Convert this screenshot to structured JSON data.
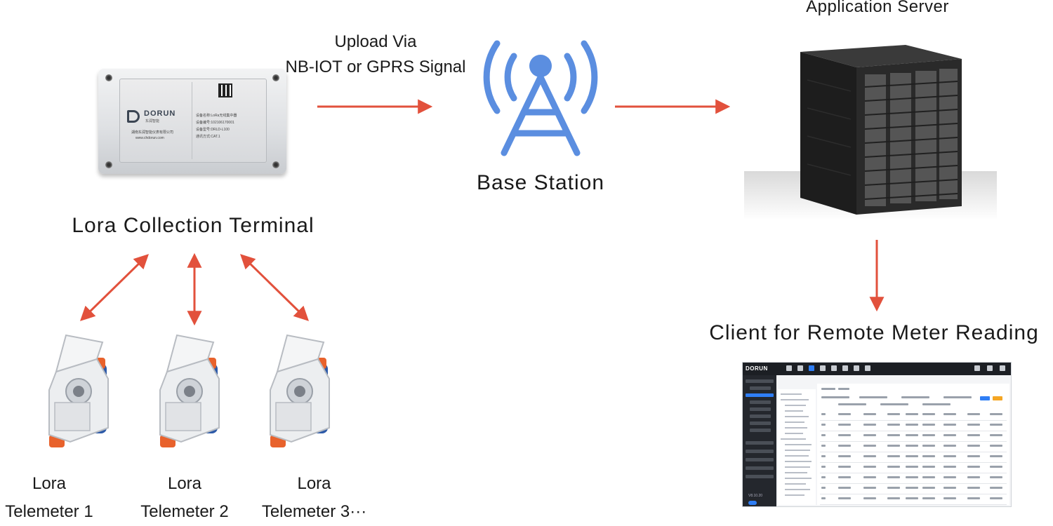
{
  "labels": {
    "app_server": "Application Server",
    "upload_line1": "Upload Via",
    "upload_line2": "NB-IOT or GPRS Signal",
    "base_station": "Base Station",
    "lora_terminal": "Lora Collection Terminal",
    "client": "Client for Remote Meter Reading",
    "meters": [
      {
        "line1": "Lora",
        "line2": "Telemeter 1"
      },
      {
        "line1": "Lora",
        "line2": "Telemeter 2"
      },
      {
        "line1": "Lora",
        "line2": "Telemeter 3···"
      }
    ]
  },
  "terminal_device": {
    "brand": "DORUN",
    "brand_sub": "东润智能",
    "company": "湖南东润智能仪表有限公司",
    "website": "www.chdorun.com",
    "device_name": "设备名称:LoRa无线集中器",
    "device_id": "设备编号:102106170001",
    "device_model": "设备型号:DRLD-L100",
    "comm_mode": "通讯方式:CAT.1"
  },
  "client_app": {
    "logo": "DORUN",
    "version": "V8.10.20"
  },
  "colors": {
    "arrow": "#e2513c",
    "tower": "#5b8ee0",
    "text": "#1a1a1a",
    "client_accent": "#2f7ef5"
  },
  "icons": {
    "tower": "radio-tower-icon",
    "server": "server-rack-icon",
    "terminal": "lora-terminal-box",
    "meter": "water-meter-icon"
  }
}
